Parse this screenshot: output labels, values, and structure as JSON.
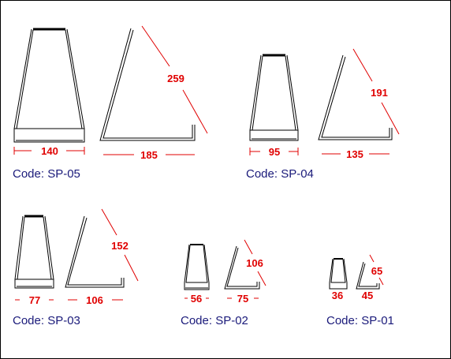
{
  "products": [
    {
      "code_prefix": "Code:",
      "code": "SP-05",
      "base_width": "140",
      "depth": "185",
      "height": "259"
    },
    {
      "code_prefix": "Code:",
      "code": "SP-04",
      "base_width": "95",
      "depth": "135",
      "height": "191"
    },
    {
      "code_prefix": "Code:",
      "code": "SP-03",
      "base_width": "77",
      "depth": "106",
      "height": "152"
    },
    {
      "code_prefix": "Code:",
      "code": "SP-02",
      "base_width": "56",
      "depth": "75",
      "height": "106"
    },
    {
      "code_prefix": "Code:",
      "code": "SP-01",
      "base_width": "36",
      "depth": "45",
      "height": "65"
    }
  ],
  "colors": {
    "dimension": "#e00000",
    "code_text": "#1a1a7a",
    "outline": "#000000"
  }
}
